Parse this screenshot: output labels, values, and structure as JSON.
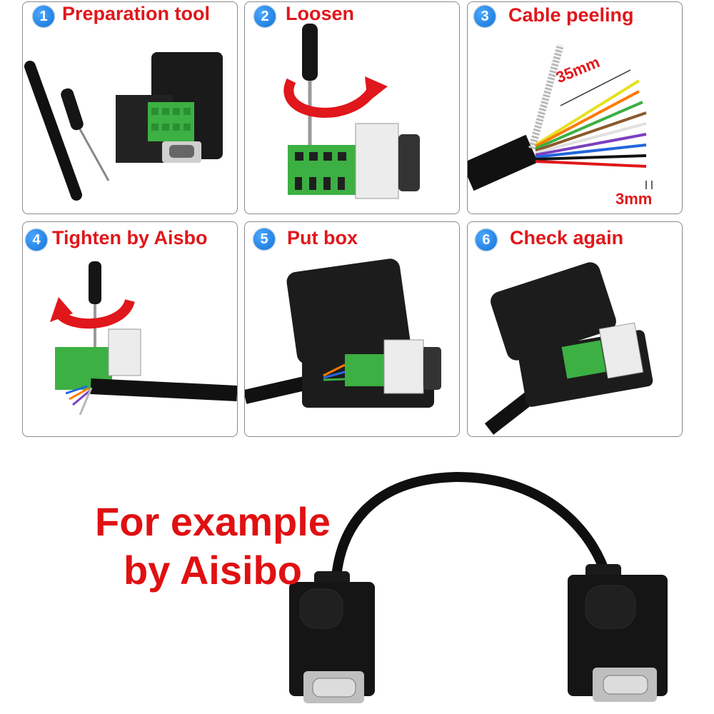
{
  "steps": [
    {
      "number": "1",
      "label": "Preparation tool"
    },
    {
      "number": "2",
      "label": "Loosen"
    },
    {
      "number": "3",
      "label": "Cable peeling"
    },
    {
      "number": "4",
      "label": "Tighten by Aisbo"
    },
    {
      "number": "5",
      "label": "Put box"
    },
    {
      "number": "6",
      "label": "Check again"
    }
  ],
  "measurements": {
    "strip_length": "35mm",
    "wire_end": "3mm"
  },
  "caption": {
    "line1": "For example",
    "line2": "by Aisibo"
  },
  "colors": {
    "accent_red": "#e0171b",
    "badge_blue": "#1b7fe3",
    "terminal_green": "#3cb043"
  }
}
